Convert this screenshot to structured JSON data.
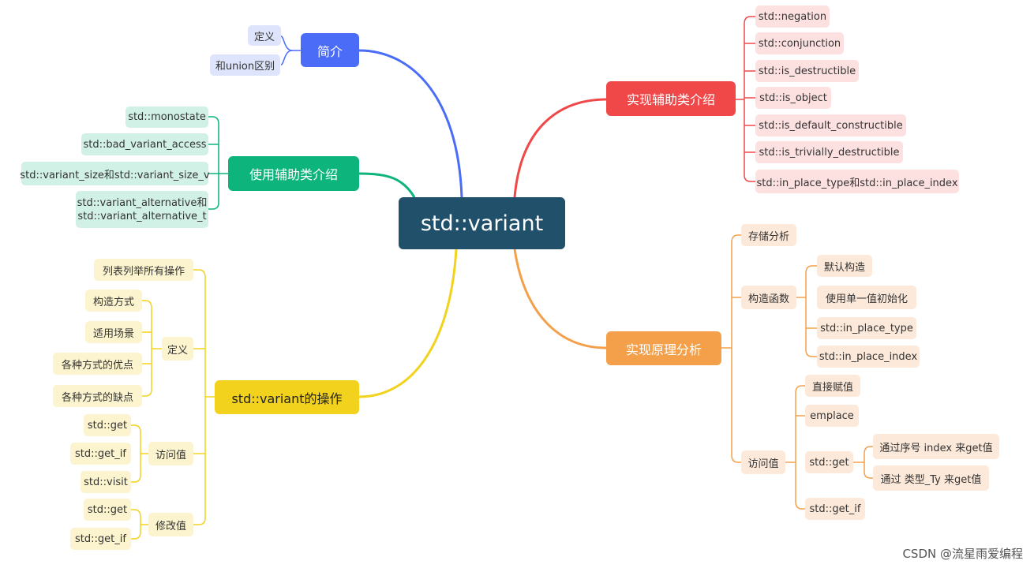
{
  "root": "std::variant",
  "intro": {
    "title": "简介",
    "items": [
      "定义",
      "和union区别"
    ]
  },
  "impl_helpers": {
    "title": "实现辅助类介绍",
    "items": [
      "std::negation",
      "std::conjunction",
      "std::is_destructible",
      "std::is_object",
      "std::is_default_constructible",
      "std::is_trivially_destructible",
      "std::in_place_type和std::in_place_index"
    ]
  },
  "use_helpers": {
    "title": "使用辅助类介绍",
    "items": [
      "std::monostate",
      "std::bad_variant_access",
      "std::variant_size和std::variant_size_v",
      "std::variant_alternative和\nstd::variant_alternative_t"
    ]
  },
  "operations": {
    "title": "std::variant的操作",
    "list_all": "列表列举所有操作",
    "define": {
      "title": "定义",
      "items": [
        "构造方式",
        "适用场景",
        "各种方式的优点",
        "各种方式的缺点"
      ]
    },
    "access": {
      "title": "访问值",
      "items": [
        "std::get",
        "std::get_if",
        "std::visit"
      ]
    },
    "modify": {
      "title": "修改值",
      "items": [
        "std::get",
        "std::get_if"
      ]
    }
  },
  "principle": {
    "title": "实现原理分析",
    "storage": "存储分析",
    "ctor": {
      "title": "构造函数",
      "items": [
        "默认构造",
        "使用单一值初始化",
        "std::in_place_type",
        "std::in_place_index"
      ]
    },
    "access": {
      "title": "访问值",
      "direct": "直接赋值",
      "emplace": "emplace",
      "get": {
        "title": "std::get",
        "items": [
          "通过序号 index 来get值",
          "通过 类型_Ty 来get值"
        ]
      },
      "get_if": "std::get_if"
    }
  },
  "watermark": "CSDN @流星雨爱编程",
  "colors": {
    "root": "#21506b",
    "blue": "#4a6cf7",
    "red": "#f04848",
    "green": "#0db47c",
    "yellow": "#f2d21c",
    "orange": "#f4a04a"
  }
}
